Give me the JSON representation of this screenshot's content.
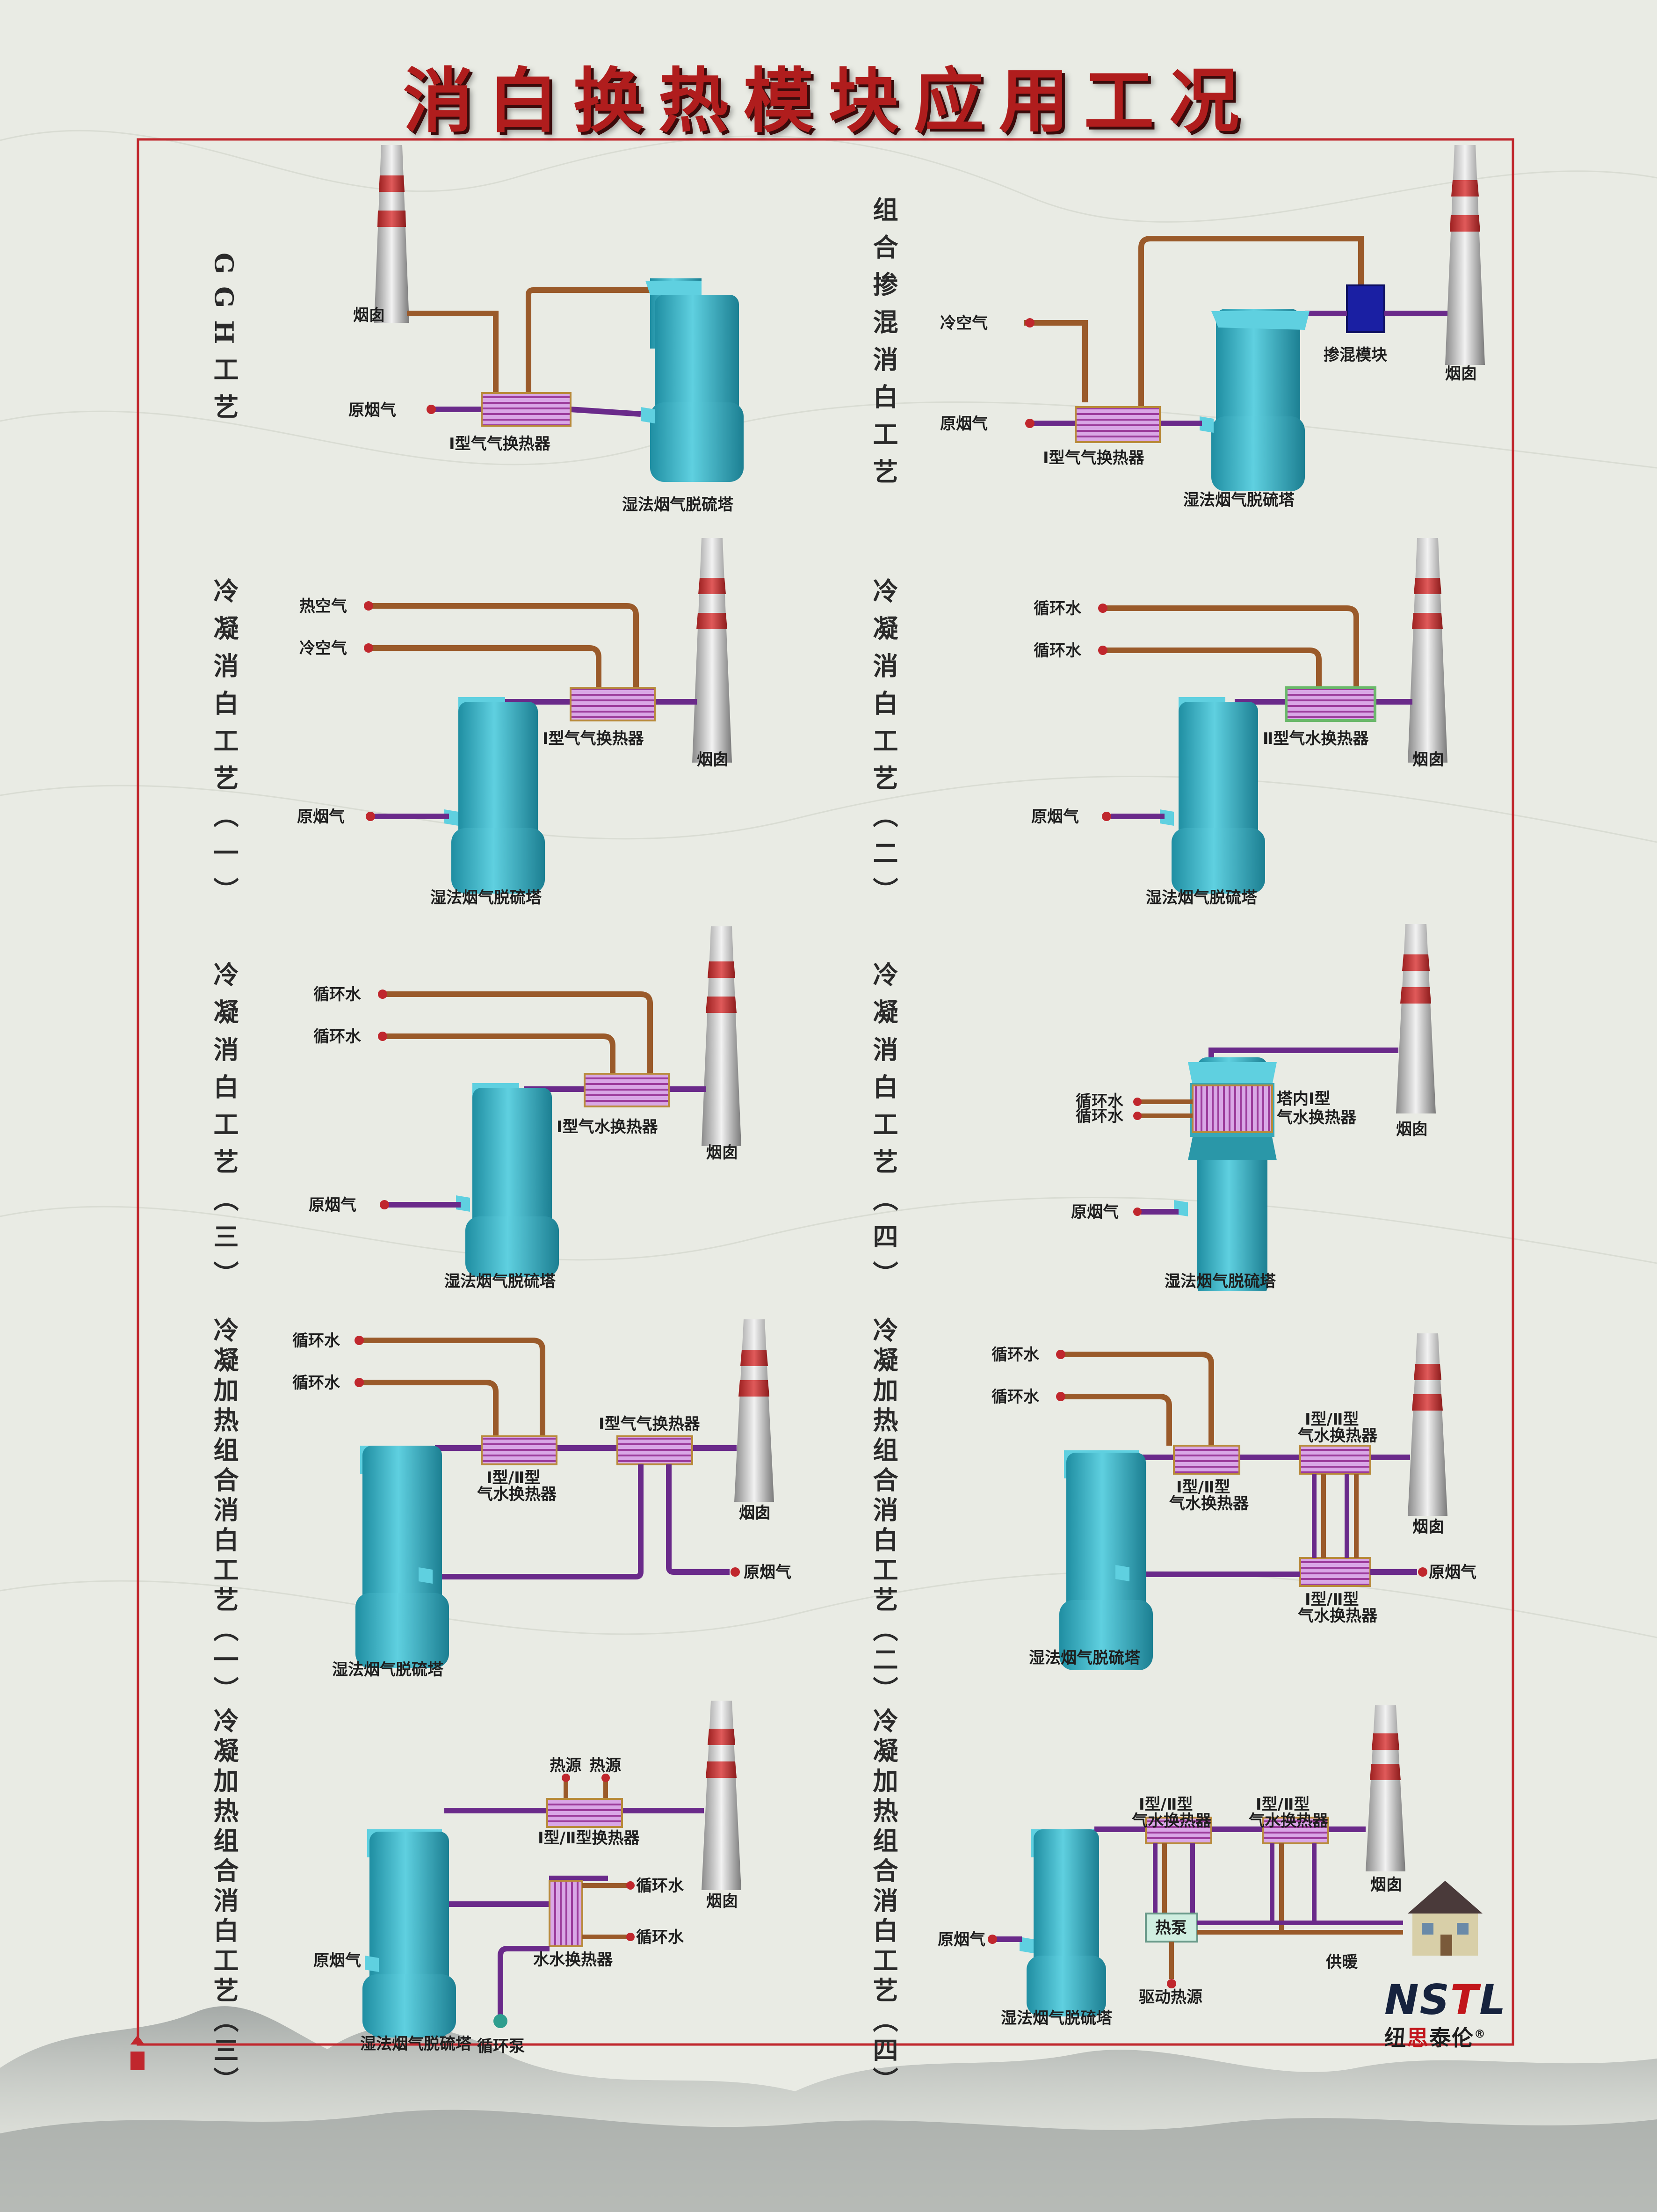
{
  "title": "消白换热模块应用工况",
  "colors": {
    "frame": "#c0272d",
    "tower": "#3fb3c6",
    "flue_pipe": "#6a2a8a",
    "air_pipe": "#9a5a2a",
    "exchanger": "#c88ad8",
    "chimney_band": "#c83a3a"
  },
  "sections": [
    {
      "id": "ggh",
      "title": "GGH工艺",
      "labels": {
        "chimney": "烟囱",
        "raw_gas": "原烟气",
        "exchanger": "Ⅰ型气气换热器",
        "tower": "湿法烟气脱硫塔"
      }
    },
    {
      "id": "combo_mix",
      "title": "组合掺混消白工艺",
      "labels": {
        "cold_air": "冷空气",
        "raw_gas": "原烟气",
        "exchanger": "Ⅰ型气气换热器",
        "tower": "湿法烟气脱硫塔",
        "mixer": "掺混模块",
        "chimney": "烟囱"
      }
    },
    {
      "id": "cond1",
      "title": "冷凝消白工艺（一）",
      "labels": {
        "hot_air": "热空气",
        "cold_air": "冷空气",
        "exchanger": "Ⅰ型气气换热器",
        "chimney": "烟囱",
        "raw_gas": "原烟气",
        "tower": "湿法烟气脱硫塔"
      }
    },
    {
      "id": "cond2",
      "title": "冷凝消白工艺（二）",
      "labels": {
        "water_a": "循环水",
        "water_b": "循环水",
        "exchanger": "Ⅱ型气水换热器",
        "chimney": "烟囱",
        "raw_gas": "原烟气",
        "tower": "湿法烟气脱硫塔"
      }
    },
    {
      "id": "cond3",
      "title": "冷凝消白工艺（三）",
      "labels": {
        "water_a": "循环水",
        "water_b": "循环水",
        "exchanger": "Ⅰ型气水换热器",
        "chimney": "烟囱",
        "raw_gas": "原烟气",
        "tower": "湿法烟气脱硫塔"
      }
    },
    {
      "id": "cond4",
      "title": "冷凝消白工艺（四）",
      "labels": {
        "water_a": "循环水",
        "water_b": "循环水",
        "exchanger_1": "塔内Ⅰ型",
        "exchanger_2": "气水换热器",
        "chimney": "烟囱",
        "raw_gas": "原烟气",
        "tower": "湿法烟气脱硫塔"
      }
    },
    {
      "id": "ch1",
      "title": "冷凝加热组合消白工艺（一）",
      "labels": {
        "water_a": "循环水",
        "water_b": "循环水",
        "ex1_1": "Ⅰ型/Ⅱ型",
        "ex1_2": "气水换热器",
        "ex2": "Ⅰ型气气换热器",
        "chimney": "烟囱",
        "raw_gas": "原烟气",
        "tower": "湿法烟气脱硫塔"
      }
    },
    {
      "id": "ch2",
      "title": "冷凝加热组合消白工艺（二）",
      "labels": {
        "water_a": "循环水",
        "water_b": "循环水",
        "ex1_1": "Ⅰ型/Ⅱ型",
        "ex1_2": "气水换热器",
        "ex2_1": "Ⅰ型/Ⅱ型",
        "ex2_2": "气水换热器",
        "ex3_1": "Ⅰ型/Ⅱ型",
        "ex3_2": "气水换热器",
        "chimney": "烟囱",
        "raw_gas": "原烟气",
        "tower": "湿法烟气脱硫塔"
      }
    },
    {
      "id": "ch3",
      "title": "冷凝加热组合消白工艺（三）",
      "labels": {
        "heat_a": "热源",
        "heat_b": "热源",
        "ex1": "Ⅰ型/Ⅱ型换热器",
        "ex2": "水水换热器",
        "water_a": "循环水",
        "water_b": "循环水",
        "chimney": "烟囱",
        "raw_gas": "原烟气",
        "tower": "湿法烟气脱硫塔",
        "pump": "循环泵"
      }
    },
    {
      "id": "ch4",
      "title": "冷凝加热组合消白工艺（四）",
      "labels": {
        "ex1_1": "Ⅰ型/Ⅱ型",
        "ex1_2": "气水换热器",
        "ex2_1": "Ⅰ型/Ⅱ型",
        "ex2_2": "气水换热器",
        "chimney": "烟囱",
        "raw_gas": "原烟气",
        "heat_pump": "热泵",
        "heating": "供暖",
        "drive": "驱动热源",
        "tower": "湿法烟气脱硫塔"
      }
    }
  ],
  "logo": {
    "mark_a": "NS",
    "mark_b": "T",
    "mark_c": "L",
    "cn_a": "纽",
    "cn_b": "思",
    "cn_c": "泰伦",
    "reg": "®"
  }
}
